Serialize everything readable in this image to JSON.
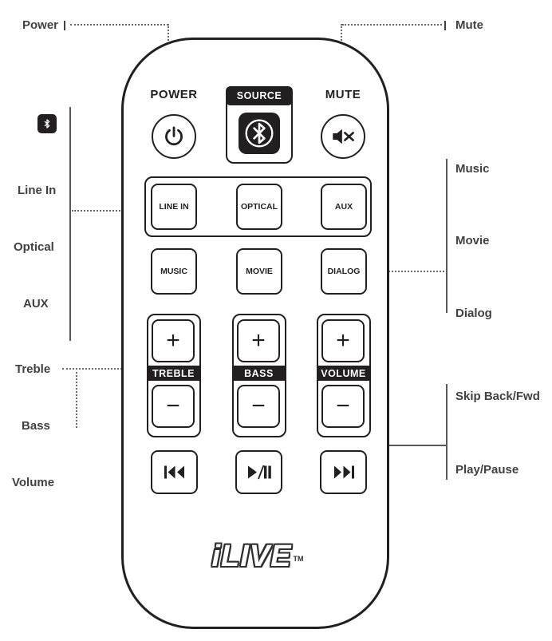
{
  "callouts": {
    "power": "Power",
    "mute": "Mute",
    "line_in": "Line In",
    "optical": "Optical",
    "aux": "AUX",
    "music": "Music",
    "movie": "Movie",
    "dialog": "Dialog",
    "treble": "Treble",
    "bass": "Bass",
    "volume": "Volume",
    "skip": "Skip Back/Fwd",
    "play_pause": "Play/Pause"
  },
  "remote": {
    "power_label": "POWER",
    "source_label": "SOURCE",
    "mute_label": "MUTE",
    "keys": {
      "line_in": "LINE IN",
      "optical": "OPTICAL",
      "aux": "AUX",
      "music": "MUSIC",
      "movie": "MOVIE",
      "dialog": "DIALOG"
    },
    "sliders": {
      "treble": {
        "label": "TREBLE",
        "plus": "+",
        "minus": "−"
      },
      "bass": {
        "label": "BASS",
        "plus": "+",
        "minus": "−"
      },
      "volume": {
        "label": "VOLUME",
        "plus": "+",
        "minus": "−"
      }
    },
    "brand": {
      "name": "iLIVE",
      "tm": "TM"
    }
  },
  "icons": {
    "bluetooth": "bluetooth-icon",
    "power": "power-icon",
    "mute": "mute-speaker-icon",
    "skip_back": "skip-back-icon",
    "play_pause": "play-pause-icon",
    "skip_forward": "skip-forward-icon"
  },
  "colors": {
    "ink": "#231f20",
    "label_text": "#414042",
    "leader_line": "#6b6b6e"
  }
}
